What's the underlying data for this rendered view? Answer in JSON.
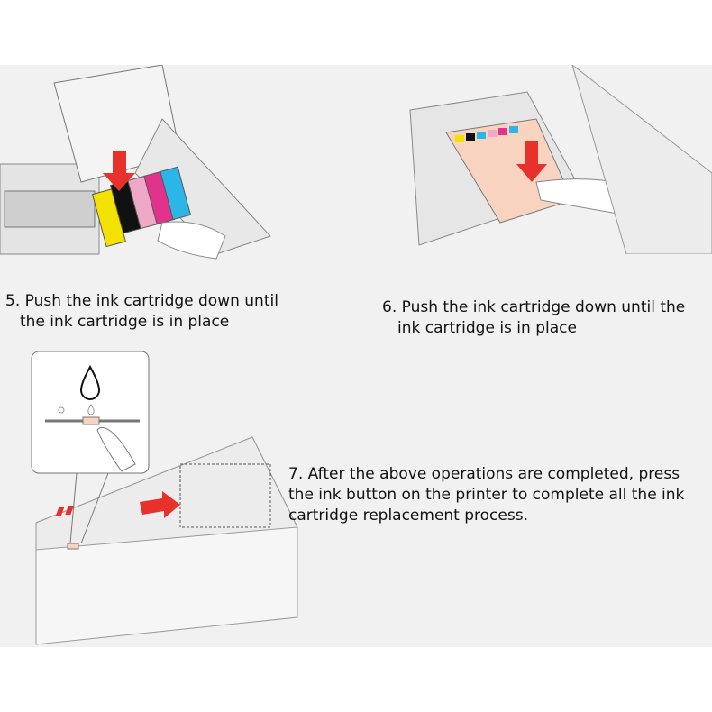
{
  "steps": [
    {
      "number": "5.",
      "line1": "5. Push the ink cartridge down until",
      "line2": "the ink cartridge is in place"
    },
    {
      "number": "6.",
      "line1": "6. Push the ink cartridge down until the",
      "line2": "ink cartridge is in place"
    },
    {
      "number": "7.",
      "line1": "7. After the above operations are completed, press",
      "line2": "the ink button on the printer to complete all the ink",
      "line3": "cartridge replacement process."
    }
  ],
  "colors": {
    "arrow": "#e8312b",
    "cartridge_pink": "#f7d3c0",
    "yellow": "#f3e200",
    "cyan": "#2bb6e8",
    "magenta": "#e2338c",
    "black": "#111111"
  }
}
